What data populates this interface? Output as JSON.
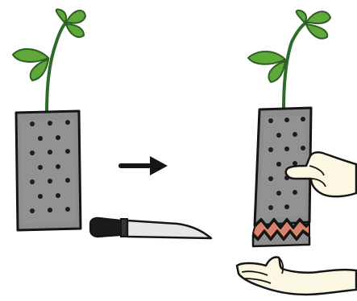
{
  "diagram": {
    "steps": [
      {
        "id": "before",
        "subject": "seedling-in-potting-bag"
      },
      {
        "id": "after",
        "subject": "bag-bottom-cut-off-by-hand"
      }
    ],
    "tool": "knife",
    "connector": "arrow-right",
    "colors": {
      "stem": "#2f6a2a",
      "leaf": "#5fa83a",
      "leaf_dark": "#2d5f24",
      "bag": "#8d8d8d",
      "bag_dark": "#6f6f6f",
      "hole": "#1c1c1c",
      "cut_band": "#d9826a",
      "skin": "#fbf7e2",
      "outline": "#151515",
      "knife_blade": "#e6e6e6",
      "knife_handle": "#1a1a1a"
    }
  }
}
